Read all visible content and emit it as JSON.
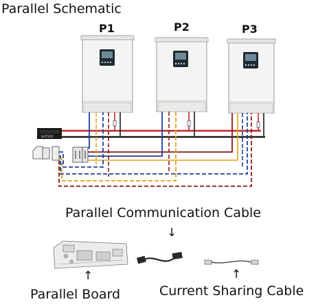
{
  "title": "Parallel Schematic",
  "units": [
    {
      "label": "P1"
    },
    {
      "label": "P2"
    },
    {
      "label": "P3"
    }
  ],
  "battery_label": "BATTERY",
  "labels": {
    "communication_cable": "Parallel Communication Cable",
    "parallel_board": "Parallel Board",
    "current_sharing_cable": "Current Sharing Cable"
  },
  "arrow_glyph": "↓",
  "up_arrow_glyph": "↑",
  "colors": {
    "wire_red": "#c1272d",
    "wire_black": "#1a1a1a",
    "wire_blue": "#1f3f9a",
    "wire_yellow": "#e0a21a",
    "wire_dark_red": "#8b1a1a",
    "inverter_body": "#f4f4f2",
    "display": "#1e2a33"
  },
  "icons": [
    "inverter-icon",
    "battery-icon",
    "breaker-icon",
    "parallel-board-icon",
    "communication-cable-icon",
    "current-sharing-cable-icon"
  ]
}
